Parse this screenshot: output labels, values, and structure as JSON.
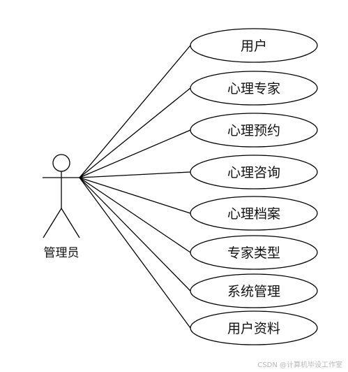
{
  "actor": {
    "name": "管理员"
  },
  "use_cases": [
    {
      "label": "用户"
    },
    {
      "label": "心理专家"
    },
    {
      "label": "心理预约"
    },
    {
      "label": "心理咨询"
    },
    {
      "label": "心理档案"
    },
    {
      "label": "专家类型"
    },
    {
      "label": "系统管理"
    },
    {
      "label": "用户资料"
    }
  ],
  "watermark": "CSDN @计算机毕设工作室",
  "colors": {
    "stroke": "#000000",
    "text": "#111111",
    "background": "#ffffff"
  }
}
